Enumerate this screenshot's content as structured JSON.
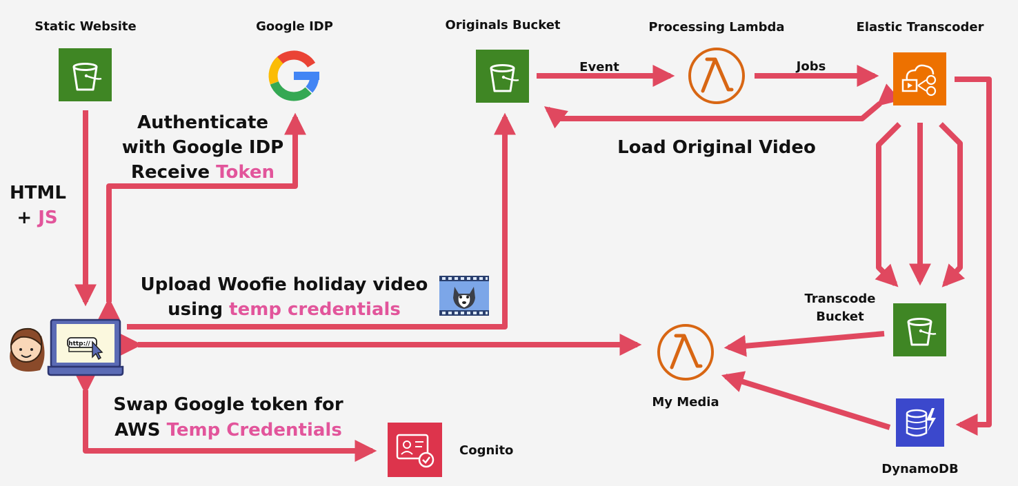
{
  "colors": {
    "arrow": "#e0485f",
    "highlight": "#e2559b",
    "s3": "#3f8624",
    "lambda": "#d86613",
    "transcoder": "#ed7100",
    "cognito": "#dd344c",
    "dynamodb": "#3b48cc"
  },
  "nodes": {
    "static_website": {
      "label": "Static Website",
      "icon": "s3-bucket-icon"
    },
    "google_idp": {
      "label": "Google IDP",
      "icon": "google-icon"
    },
    "originals_bucket": {
      "label": "Originals Bucket",
      "icon": "s3-bucket-icon"
    },
    "processing_lambda": {
      "label": "Processing Lambda",
      "icon": "lambda-icon"
    },
    "elastic_transcoder": {
      "label": "Elastic Transcoder",
      "icon": "elastic-transcoder-icon"
    },
    "transcode_bucket": {
      "label_line1": "Transcode",
      "label_line2": "Bucket",
      "icon": "s3-bucket-icon"
    },
    "my_media": {
      "label": "My Media",
      "icon": "lambda-icon"
    },
    "dynamodb": {
      "label": "DynamoDB",
      "icon": "dynamodb-icon"
    },
    "cognito": {
      "label": "Cognito",
      "icon": "cognito-icon"
    },
    "laptop": {
      "screen_text": "http://",
      "icon": "laptop-icon"
    }
  },
  "annotations": {
    "html_js": {
      "line1": "HTML",
      "line2_prefix": "+ ",
      "line2_highlight": "JS"
    },
    "authenticate": {
      "line1": "Authenticate",
      "line2": "with Google IDP",
      "line3_prefix": "Receive ",
      "line3_highlight": "Token"
    },
    "upload": {
      "line1": "Upload Woofie holiday video",
      "line2_prefix": "using ",
      "line2_highlight": "temp credentials"
    },
    "swap": {
      "line1": "Swap Google token for",
      "line2_prefix": "AWS ",
      "line2_highlight": "Temp Credentials"
    },
    "event": "Event",
    "jobs": "Jobs",
    "load_original": "Load Original Video"
  }
}
